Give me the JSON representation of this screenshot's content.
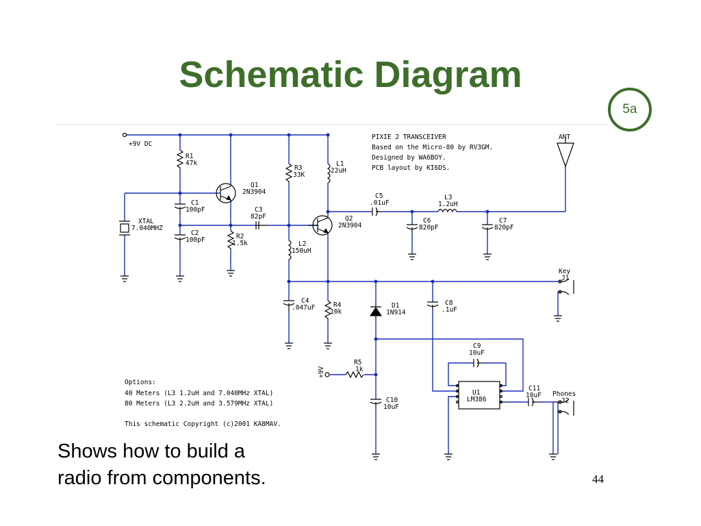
{
  "slide": {
    "title": "Schematic Diagram",
    "badge": "5a",
    "caption_line1": "Shows how to build a",
    "caption_line2": "radio from components.",
    "page_number": "44"
  },
  "schematic": {
    "notes": [
      "PIXIE 2 TRANSCEIVER",
      "Based on the Micro-80 by RV3GM.",
      "Designed by WA6BOY.",
      "PCB layout by KI6DS."
    ],
    "options": [
      "Options:",
      "40 Meters (L3 1.2uH and 7.040MHz XTAL)",
      "80 Meters (L3 2.2uH and 3.579MHz XTAL)"
    ],
    "copyright": "This schematic Copyright (c)2001 KA8MAV.",
    "supply": "+9V DC",
    "supply_short": "+9V",
    "ant": "ANT",
    "key": {
      "name": "Key",
      "ref": "J1"
    },
    "phones": {
      "name": "Phones",
      "ref": "J2"
    },
    "xtal": {
      "ref": "XTAL",
      "value": "7.040MHZ"
    },
    "parts": {
      "R1": "47k",
      "R2": "1.5k",
      "R3": "33K",
      "R4": "10k",
      "R5": "1k",
      "C1": "100pF",
      "C2": "100pF",
      "C3": "82pF",
      "C4": ".047uF",
      "C5": ".01uF",
      "C6": "820pF",
      "C7": "820pF",
      "C8": ".1uF",
      "C9": "10uF",
      "C10": "10uF",
      "C11": "10uF",
      "L1": "22uH",
      "L2": "150uH",
      "L3": "1.2uH",
      "Q1": "2N3904",
      "Q2": "2N3904",
      "D1": "1N914",
      "U1": "LM386"
    }
  }
}
